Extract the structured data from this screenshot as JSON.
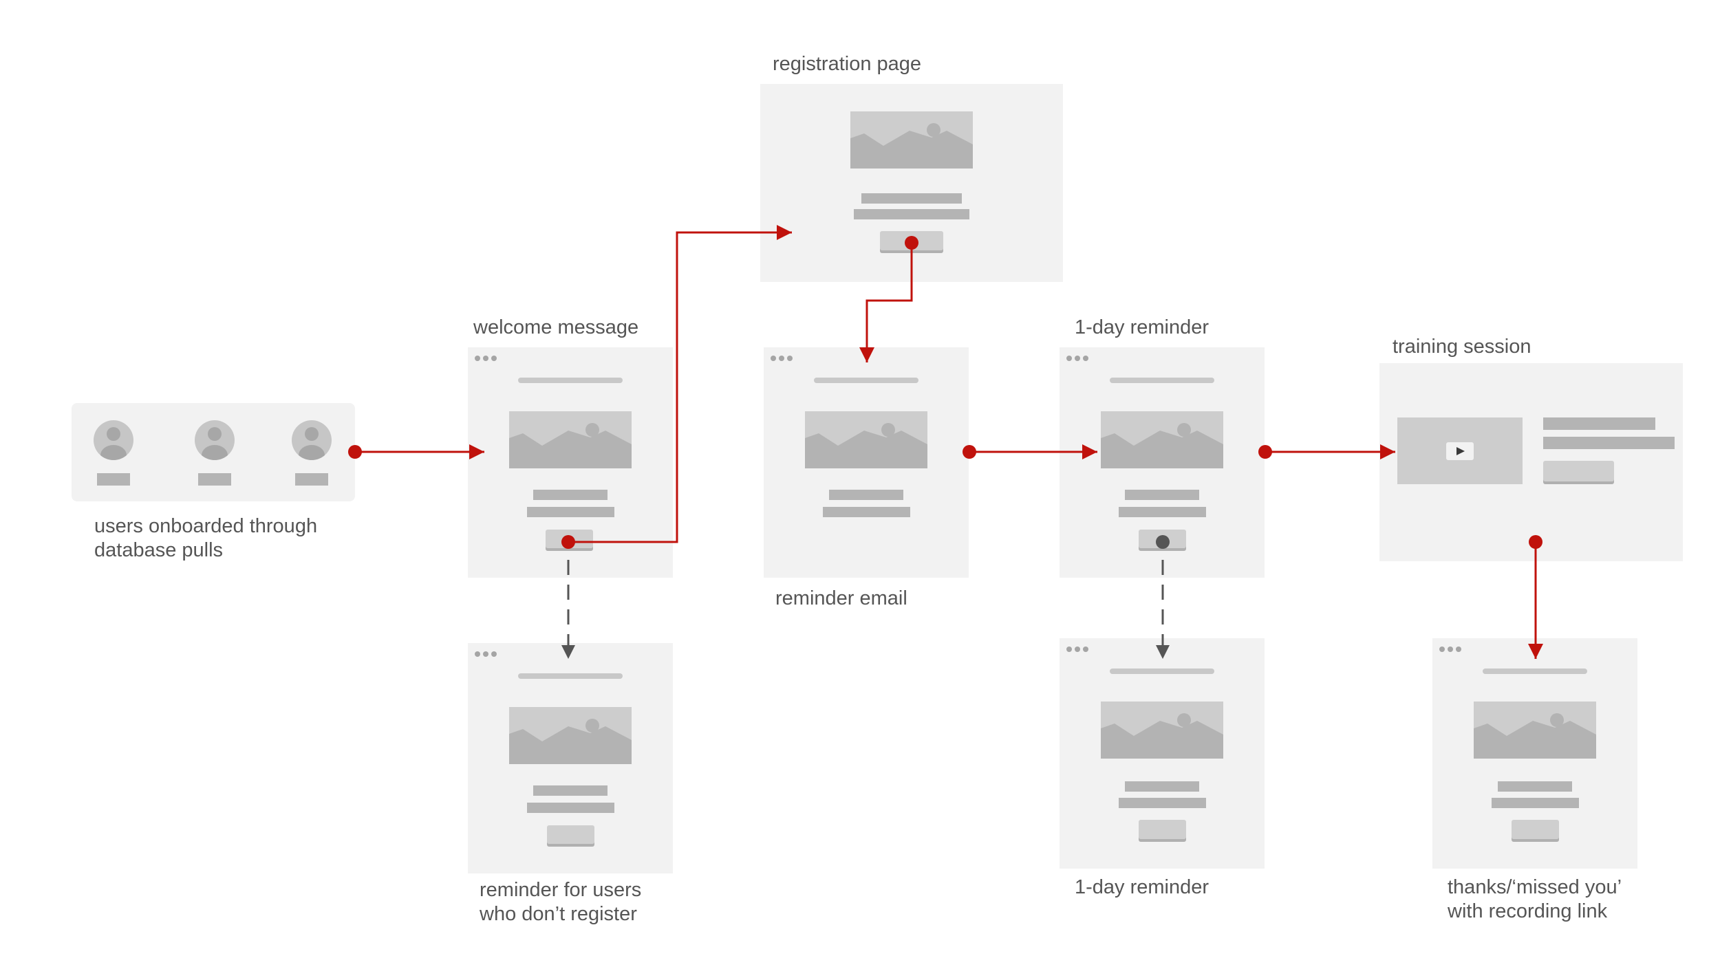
{
  "labels": {
    "users": "users onboarded through\ndatabase pulls",
    "welcome": "welcome message",
    "reminder_unregistered": "reminder for users\nwho don’t register",
    "registration": "registration page",
    "reminder_email": "reminder email",
    "one_day_top": "1-day reminder",
    "one_day_bottom": "1-day reminder",
    "training": "training session",
    "thanks": "thanks/‘missed you’\nwith recording link"
  },
  "colors": {
    "flow_arrow": "#c0120c",
    "dashed_arrow": "#555555",
    "card_background": "#f2f2f2",
    "placeholder": "#cdcdcd"
  },
  "icons": {
    "avatar": "user-avatar-icon",
    "image": "image-placeholder-icon",
    "play": "play-icon",
    "window_dots": "window-dots-icon"
  }
}
